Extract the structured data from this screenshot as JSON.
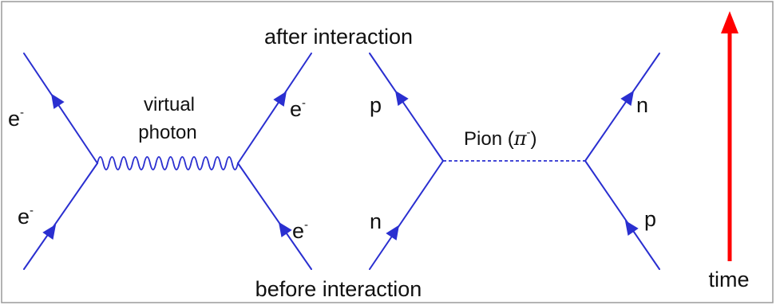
{
  "labels": {
    "top": "after interaction",
    "bottom": "before interaction",
    "time": "time"
  },
  "em_diagram": {
    "exchange_line1": "virtual",
    "exchange_line2": "photon",
    "particle": "e",
    "charge": "-"
  },
  "strong_diagram": {
    "exchange": "Pion (",
    "exchange_symbol": "π",
    "exchange_charge": "-",
    "exchange_close": ")",
    "top_left": "p",
    "bottom_left": "n",
    "top_right": "n",
    "bottom_right": "p"
  },
  "colors": {
    "lines": "#2a2fd0",
    "time_arrow": "#ff0000",
    "frame": "#9a9a9a"
  }
}
